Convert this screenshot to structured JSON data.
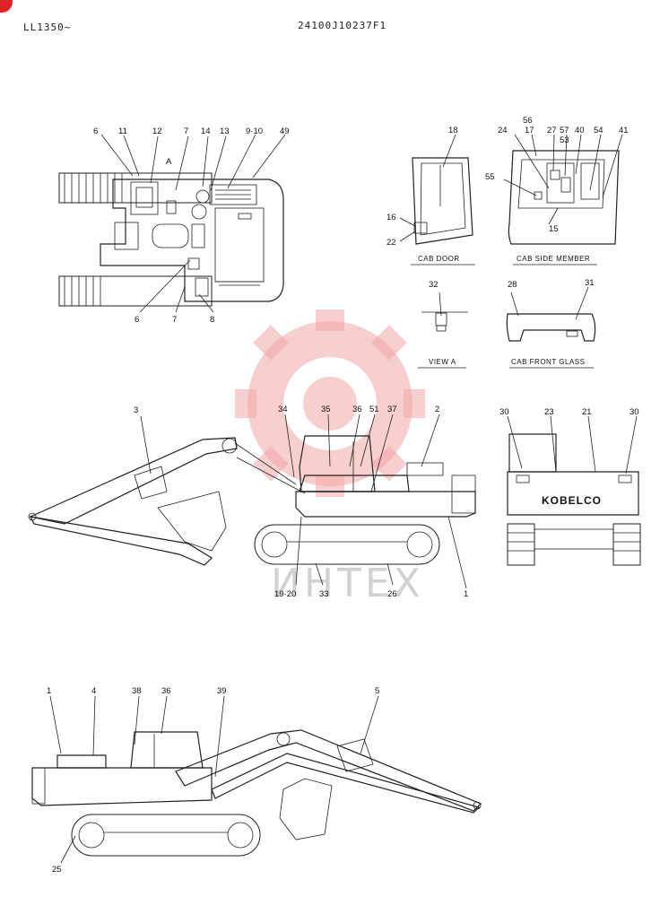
{
  "header": {
    "left_code": "LL1350~",
    "doc_code": "24100J10237F1"
  },
  "top_view": {
    "view_marker": "A",
    "callouts_top": [
      "6",
      "11",
      "12",
      "7",
      "14",
      "13",
      "9·10",
      "49"
    ],
    "callouts_bottom": [
      "6",
      "7",
      "8"
    ]
  },
  "insets": {
    "cab_door": {
      "title": "CAB DOOR",
      "callouts": [
        "18",
        "16",
        "22"
      ]
    },
    "cab_side_member": {
      "title": "CAB SIDE MEMBER",
      "callouts": [
        "56",
        "17",
        "27",
        "57",
        "40",
        "53",
        "54",
        "41",
        "24",
        "55",
        "15"
      ]
    },
    "view_a": {
      "title": "VIEW A",
      "callouts": [
        "32"
      ]
    },
    "cab_front_glass": {
      "title": "CAB FRONT GLASS",
      "callouts": [
        "28",
        "31"
      ]
    },
    "rear_view": {
      "callouts": [
        "30",
        "23",
        "21",
        "30"
      ],
      "logo_text": "KOBELCO"
    }
  },
  "side_view_1": {
    "callouts": [
      "3",
      "34",
      "35",
      "36",
      "51",
      "37",
      "2",
      "19·20",
      "33",
      "26",
      "1"
    ]
  },
  "side_view_2": {
    "callouts": [
      "1",
      "4",
      "38",
      "36",
      "39",
      "5",
      "25"
    ]
  },
  "watermark": {
    "text": "ИНТЕХ",
    "color": "#f2a7a7"
  }
}
